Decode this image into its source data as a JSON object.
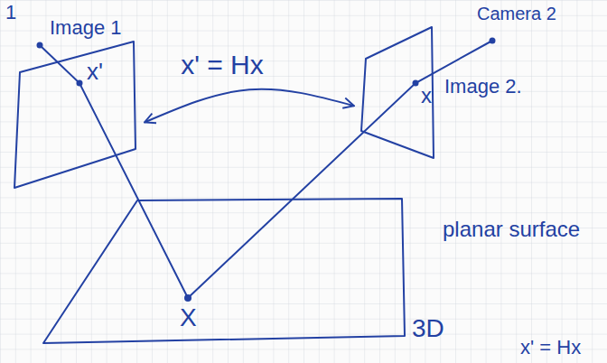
{
  "diagram": {
    "nodes": [
      {
        "text": [
          "Image 1",
          "x'"
        ]
      },
      {
        "text": [
          "x",
          "Image 2."
        ]
      },
      {
        "text": [
          "X",
          "planar surface",
          "3D"
        ]
      }
    ],
    "edges": [
      {
        "from": 0,
        "to": 1,
        "arrow": "both",
        "label": "x' = Hx"
      }
    ],
    "labels": [
      "1",
      "Camera 2",
      "x' = Hx"
    ]
  }
}
